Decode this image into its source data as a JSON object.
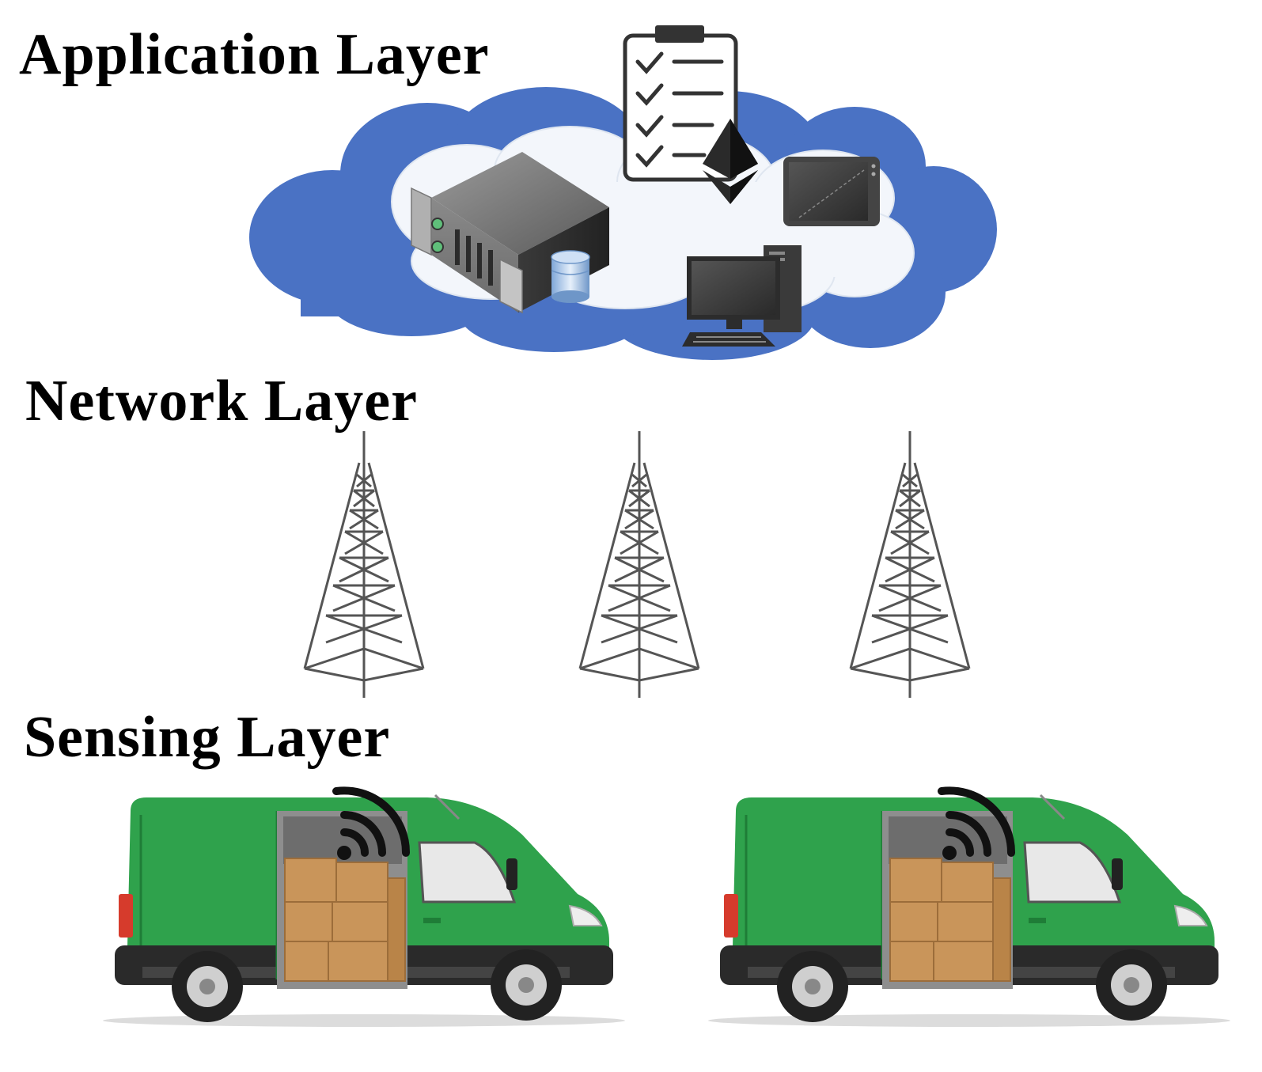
{
  "layers": {
    "application": {
      "title": "Application Layer",
      "icons": [
        "cloud-icon",
        "server-icon",
        "database-icon",
        "checklist-icon",
        "ethereum-icon",
        "tablet-icon",
        "desktop-computer-icon"
      ]
    },
    "network": {
      "title": "Network Layer",
      "icons": [
        "cell-tower-icon",
        "cell-tower-icon",
        "cell-tower-icon"
      ]
    },
    "sensing": {
      "title": "Sensing Layer",
      "icons": [
        "delivery-van-icon",
        "delivery-van-icon",
        "wifi-signal-icon",
        "cardboard-box-icon"
      ]
    }
  },
  "colors": {
    "cloud_outer": "#4a72c4",
    "cloud_inner": "#f3f6fb",
    "van_body": "#2fa24c",
    "van_dark": "#1f7d37",
    "tower": "#555555",
    "box": "#c9955a",
    "text": "#000000"
  }
}
